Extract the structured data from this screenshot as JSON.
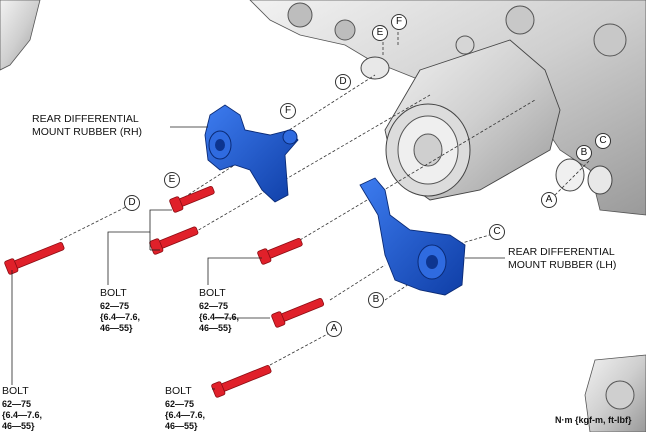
{
  "labels": {
    "mount_rh": [
      "REAR DIFFERENTIAL",
      "MOUNT RUBBER (RH)"
    ],
    "mount_lh": [
      "REAR DIFFERENTIAL",
      "MOUNT RUBBER (LH)"
    ],
    "bolt_word": "BOLT",
    "torque_lines": [
      "62—75",
      "{6.4—7.6,",
      "46—55}"
    ],
    "units": "N·m {kgf-m, ft-lbf}"
  },
  "callouts": [
    "A",
    "B",
    "C",
    "D",
    "E",
    "F"
  ],
  "colors": {
    "mount": "#1f5fd6",
    "bolt": "#e0202a",
    "housing": "#d9d9d9"
  },
  "icons": [
    "bolt-icon",
    "mount-rubber-icon",
    "differential-housing-icon"
  ]
}
